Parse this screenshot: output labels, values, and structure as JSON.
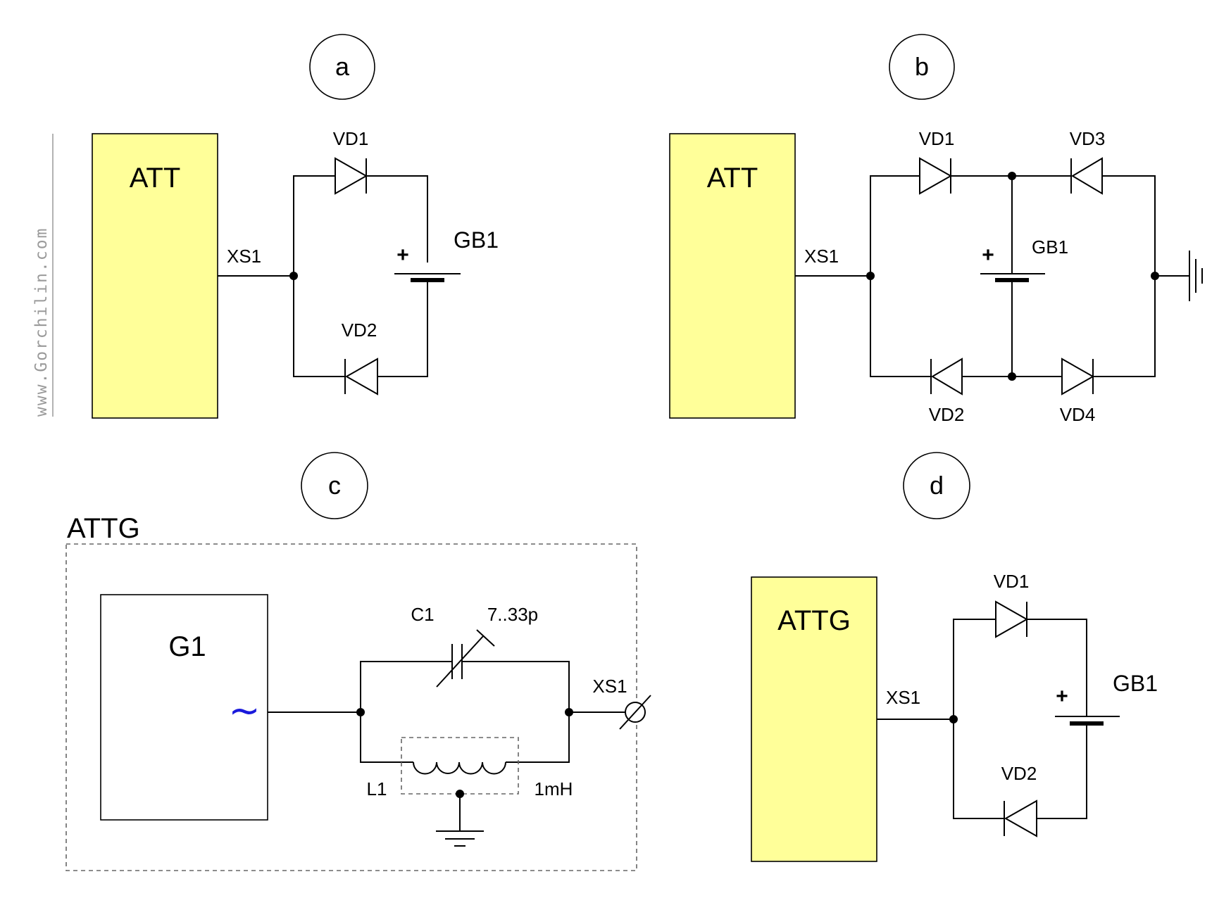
{
  "watermark": "www.Gorchilin.com",
  "panel_labels": {
    "a": "a",
    "b": "b",
    "c": "c",
    "d": "d"
  },
  "panel_a": {
    "att_label": "ATT",
    "xs_label": "XS1",
    "vd1_label": "VD1",
    "vd2_label": "VD2",
    "gb_label": "GB1",
    "plus": "+"
  },
  "panel_b": {
    "att_label": "ATT",
    "xs_label": "XS1",
    "vd1_label": "VD1",
    "vd2_label": "VD2",
    "vd3_label": "VD3",
    "vd4_label": "VD4",
    "gb_label": "GB1",
    "plus": "+"
  },
  "panel_c": {
    "group_label": "ATTG",
    "gen_label": "G1",
    "gen_symbol": "~",
    "c_label": "C1",
    "c_value": "7..33p",
    "xs_label": "XS1",
    "l_label": "L1",
    "l_value": "1mH"
  },
  "panel_d": {
    "attg_label": "ATTG",
    "xs_label": "XS1",
    "vd1_label": "VD1",
    "vd2_label": "VD2",
    "gb_label": "GB1",
    "plus": "+"
  },
  "colors": {
    "module_fill": "#ffff99",
    "generator_symbol": "#1a1adc",
    "watermark": "#9a9a9a"
  }
}
